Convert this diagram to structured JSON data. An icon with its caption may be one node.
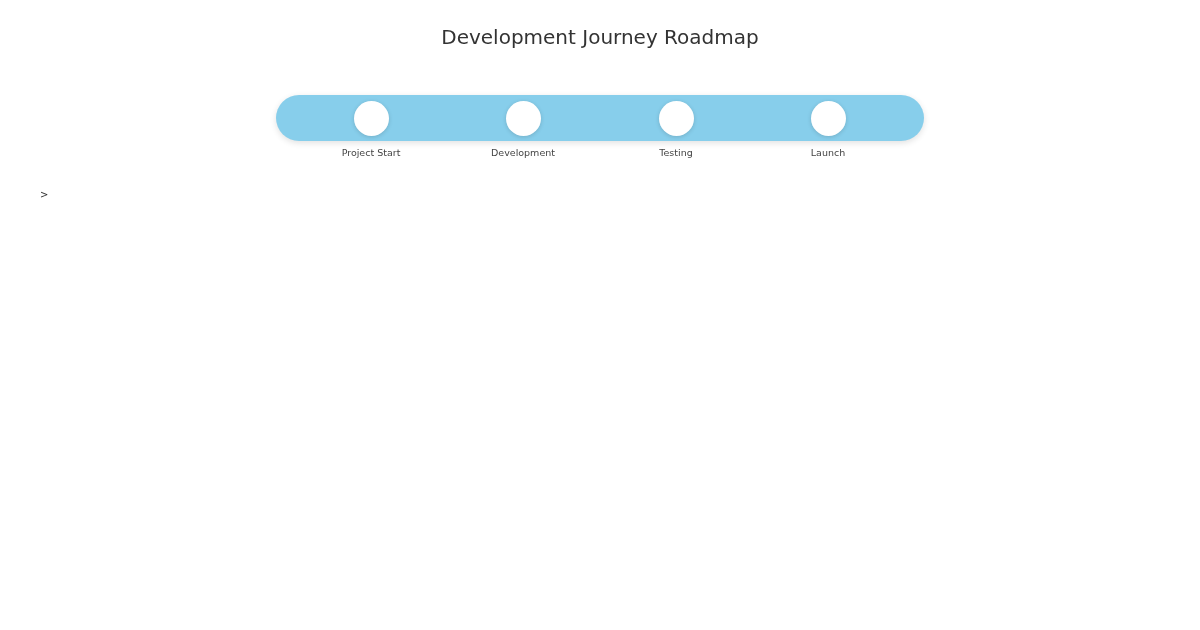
{
  "diagram": {
    "title": "Development Journey Roadmap",
    "nodes": [
      {
        "text": [],
        "shape": "bar"
      },
      {
        "text": [],
        "shape": "circle",
        "in": 0,
        "beside": [
          "Project Start"
        ]
      },
      {
        "text": [],
        "shape": "circle",
        "in": 0,
        "beside": [
          "Development"
        ]
      },
      {
        "text": [],
        "shape": "circle",
        "in": 0,
        "beside": [
          "Testing"
        ]
      },
      {
        "text": [],
        "shape": "circle",
        "in": 0,
        "beside": [
          "Launch"
        ]
      }
    ],
    "labels": [
      ">"
    ]
  }
}
